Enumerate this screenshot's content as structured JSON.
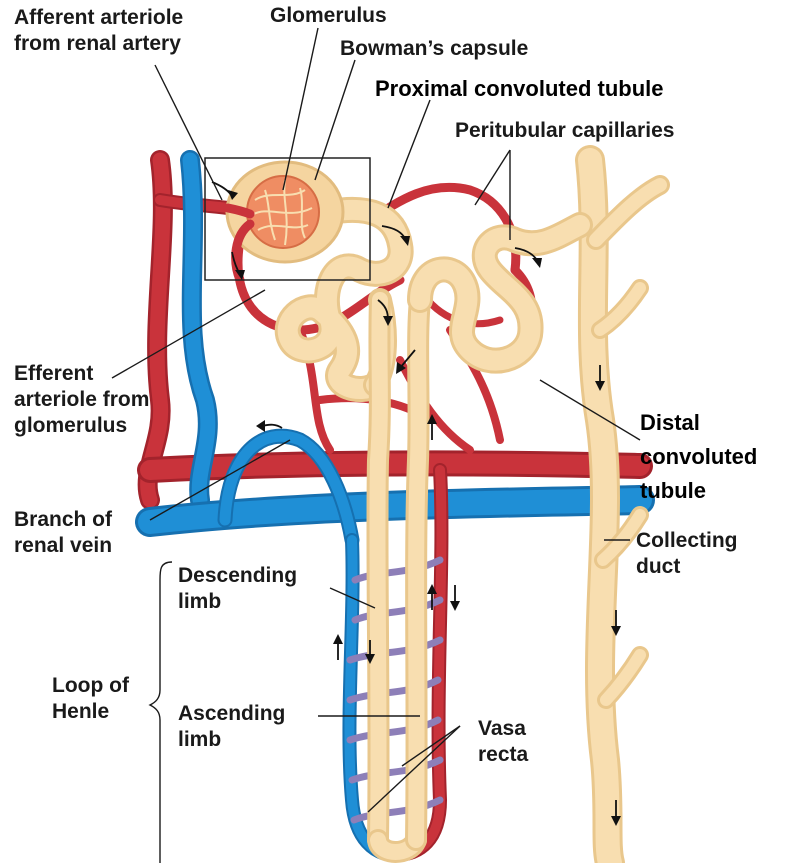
{
  "labels": {
    "afferent_line1": "Afferent arteriole",
    "afferent_line2": "from renal artery",
    "glomerulus": "Glomerulus",
    "bowmans": "Bowman’s capsule",
    "proximal": "Proximal convoluted tubule",
    "peritubular": "Peritubular capillaries",
    "efferent_line1": "Efferent",
    "efferent_line2": "arteriole from",
    "efferent_line3": "glomerulus",
    "distal_line1": "Distal",
    "distal_line2": "convoluted",
    "distal_line3": "tubule",
    "vein_line1": "Branch of",
    "vein_line2": "renal vein",
    "collecting_line1": "Collecting",
    "collecting_line2": "duct",
    "descending_line1": "Descending",
    "descending_line2": "limb",
    "loop_line1": "Loop of",
    "loop_line2": "Henle",
    "ascending_line1": "Ascending",
    "ascending_line2": "limb",
    "vasa_line1": "Vasa",
    "vasa_line2": "recta"
  },
  "colors": {
    "artery": "#c9333b",
    "artery_dark": "#a3232c",
    "vein": "#1f8fd6",
    "vein_dark": "#1670b0",
    "tubule": "#f8deb0",
    "tubule_edge": "#e2bc7f",
    "glomerulus": "#ef8d63",
    "capillary_purple": "#8d7fb8"
  }
}
